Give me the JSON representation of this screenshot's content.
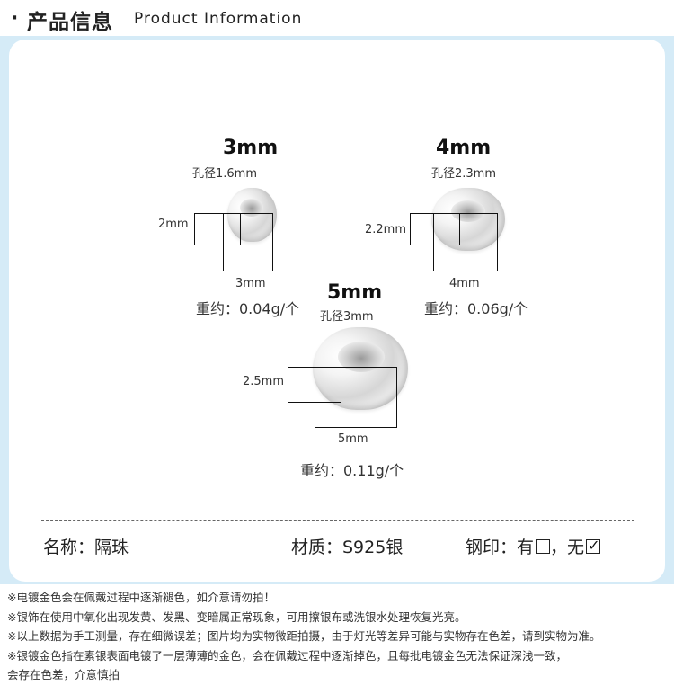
{
  "header": {
    "bullet": "·",
    "title_cn": "产品信息",
    "title_en": "Product Information"
  },
  "items": [
    {
      "title": "3mm",
      "hole": "孔径1.6mm",
      "height": "2mm",
      "width": "3mm",
      "weight": "重约：0.04g/个"
    },
    {
      "title": "4mm",
      "hole": "孔径2.3mm",
      "height": "2.2mm",
      "width": "4mm",
      "weight": "重约：0.06g/个"
    },
    {
      "title": "5mm",
      "hole": "孔径3mm",
      "height": "2.5mm",
      "width": "5mm",
      "weight": "重约：0.11g/个"
    }
  ],
  "specs": {
    "name": "名称：隔珠",
    "material": "材质：S925银",
    "stamp_label": "钢印：",
    "stamp_yes": "有",
    "stamp_sep": "，",
    "stamp_no": "无",
    "stamp_yes_checked": false,
    "stamp_no_checked": true
  },
  "notes": [
    "※电镀金色会在佩戴过程中逐渐褪色，如介意请勿拍！",
    "※银饰在使用中氧化出现发黄、发黑、变暗属正常现象，可用擦银布或洗银水处理恢复光亮。",
    "※以上数据为手工测量，存在细微误差；图片均为实物微距拍摄，由于灯光等差异可能与实物存在色差，请到实物为准。",
    "※银镀金色指在素银表面电镀了一层薄薄的金色，会在佩戴过程中逐渐掉色，且每批电镀金色无法保证深浅一致，",
    "会存在色差，介意慎拍"
  ]
}
